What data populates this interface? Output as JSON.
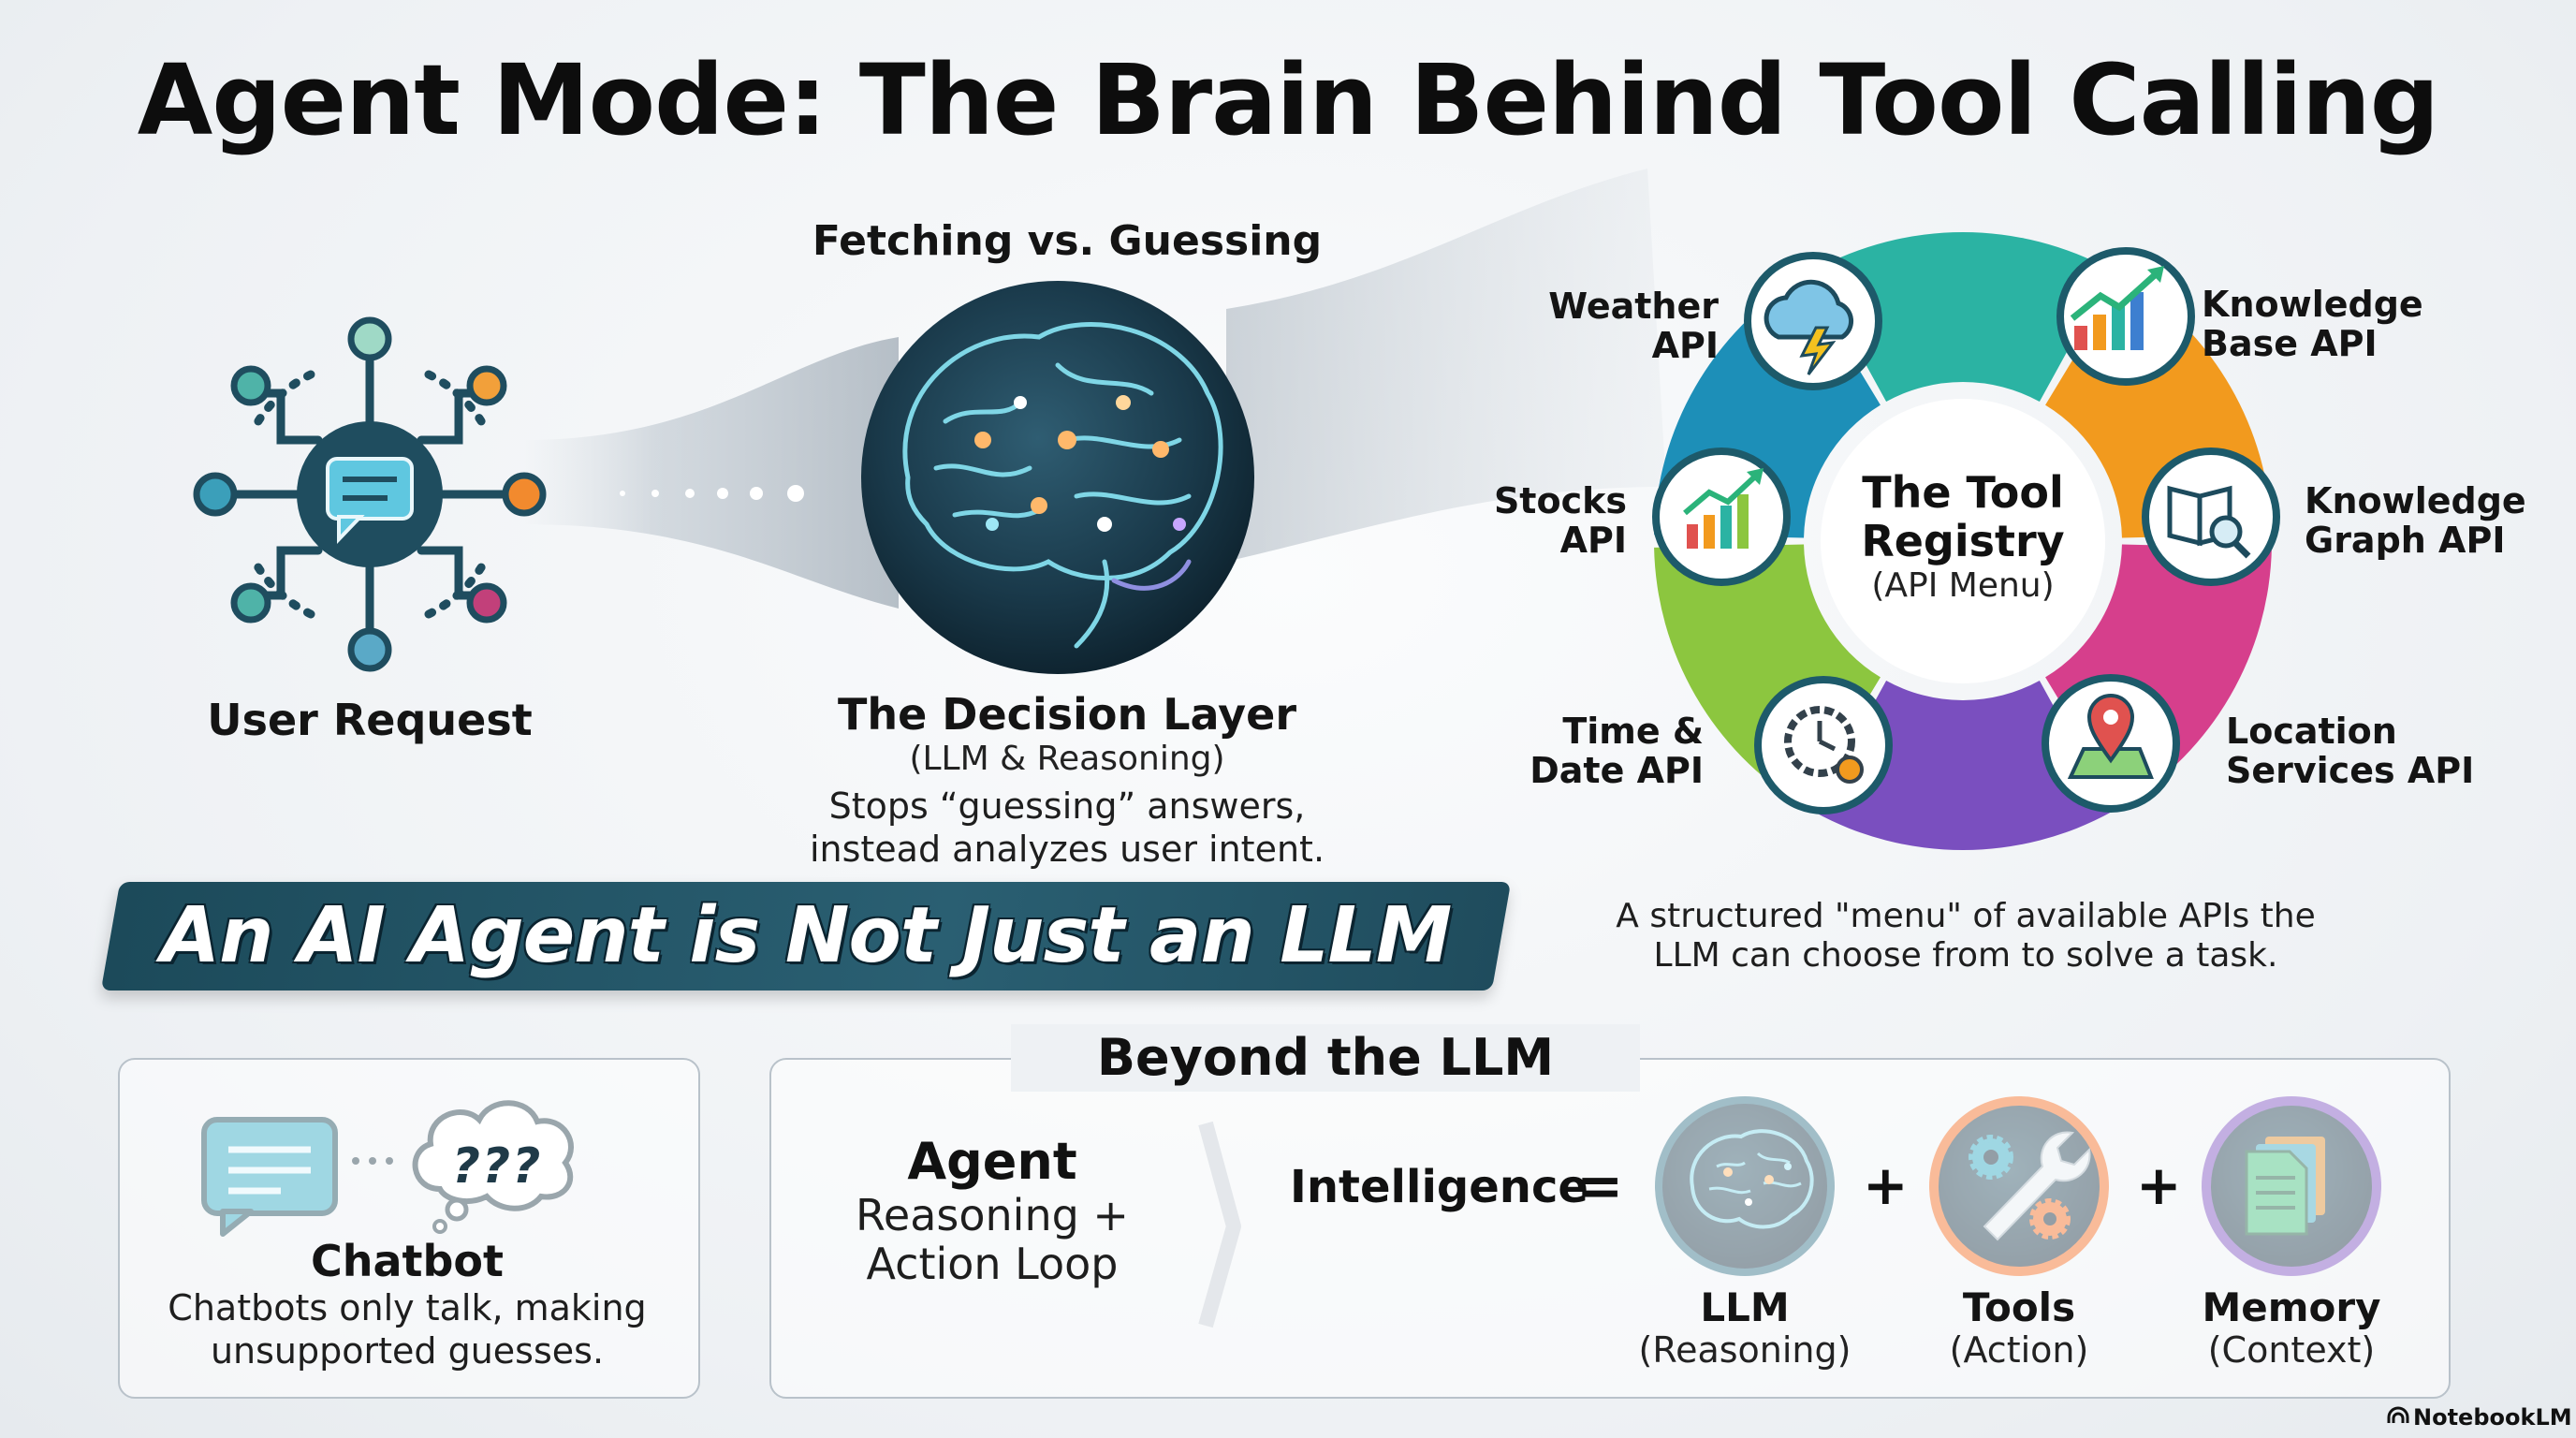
{
  "title": "Agent Mode: The Brain Behind Tool Calling",
  "top": {
    "fetching_label": "Fetching vs. Guessing",
    "user_request": "User Request",
    "decision_layer": {
      "title": "The Decision Layer",
      "subtitle": "(LLM & Reasoning)",
      "desc_line1": "Stops “guessing” answers,",
      "desc_line2": "instead analyzes user intent."
    }
  },
  "registry": {
    "title_line1": "The Tool",
    "title_line2": "Registry",
    "subtitle": "(API Menu)",
    "apis": {
      "weather": [
        "Weather",
        "API"
      ],
      "knowledge_base": [
        "Knowledge",
        "Base API"
      ],
      "stocks": [
        "Stocks",
        "API"
      ],
      "knowledge_graph": [
        "Knowledge",
        "Graph API"
      ],
      "time_date": [
        "Time &",
        "Date API"
      ],
      "location": [
        "Location",
        "Services API"
      ]
    },
    "caption_line1": "A structured \"menu\" of available APIs the",
    "caption_line2": "LLM can choose from to solve a task.",
    "segment_colors": [
      "#2bb3a3",
      "#f29a1e",
      "#d63f8c",
      "#7a4fbf",
      "#8cc63f",
      "#1d8fb8"
    ]
  },
  "banner": {
    "text": "An AI Agent is Not Just an LLM"
  },
  "chatbot": {
    "bubble_text": "???",
    "title": "Chatbot",
    "desc_line1": "Chatbots only talk, making",
    "desc_line2": "unsupported guesses."
  },
  "beyond": {
    "title": "Beyond the LLM",
    "agent": "Agent",
    "loop_line1": "Reasoning +",
    "loop_line2": "Action Loop",
    "intelligence": "Intelligence",
    "equals": "=",
    "plus": "+",
    "items": [
      {
        "name": "LLM",
        "sub": "(Reasoning)"
      },
      {
        "name": "Tools",
        "sub": "(Action)"
      },
      {
        "name": "Memory",
        "sub": "(Context)"
      }
    ]
  },
  "brand": "NotebookLM"
}
